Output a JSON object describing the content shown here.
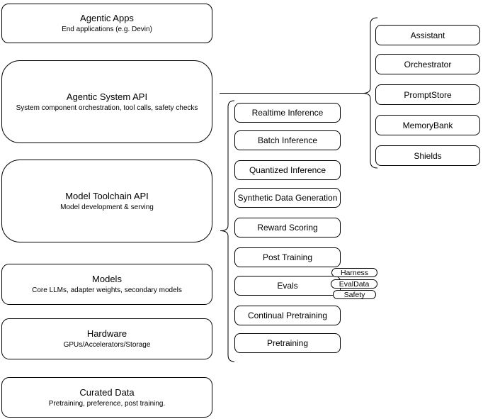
{
  "left_stack": [
    {
      "title": "Agentic Apps",
      "subtitle": "End applications (e.g. Devin)"
    },
    {
      "title": "Agentic System API",
      "subtitle": "System component orchestration, tool calls, safety checks"
    },
    {
      "title": "Model Toolchain API",
      "subtitle": "Model development & serving"
    },
    {
      "title": "Models",
      "subtitle": "Core LLMs, adapter weights, secondary models"
    },
    {
      "title": "Hardware",
      "subtitle": "GPUs/Accelerators/Storage"
    },
    {
      "title": "Curated Data",
      "subtitle": "Pretraining, preference, post training."
    }
  ],
  "toolchain_items": [
    "Realtime Inference",
    "Batch Inference",
    "Quantized Inference",
    "Synthetic Data Generation",
    "Reward Scoring",
    "Post Training",
    "Evals",
    "Continual Pretraining",
    "Pretraining"
  ],
  "evals_tags": [
    "Harness",
    "EvalData",
    "Safety"
  ],
  "system_components": [
    "Assistant",
    "Orchestrator",
    "PromptStore",
    "MemoryBank",
    "Shields"
  ],
  "colors": {
    "stroke": "#000000",
    "background": "#ffffff"
  }
}
